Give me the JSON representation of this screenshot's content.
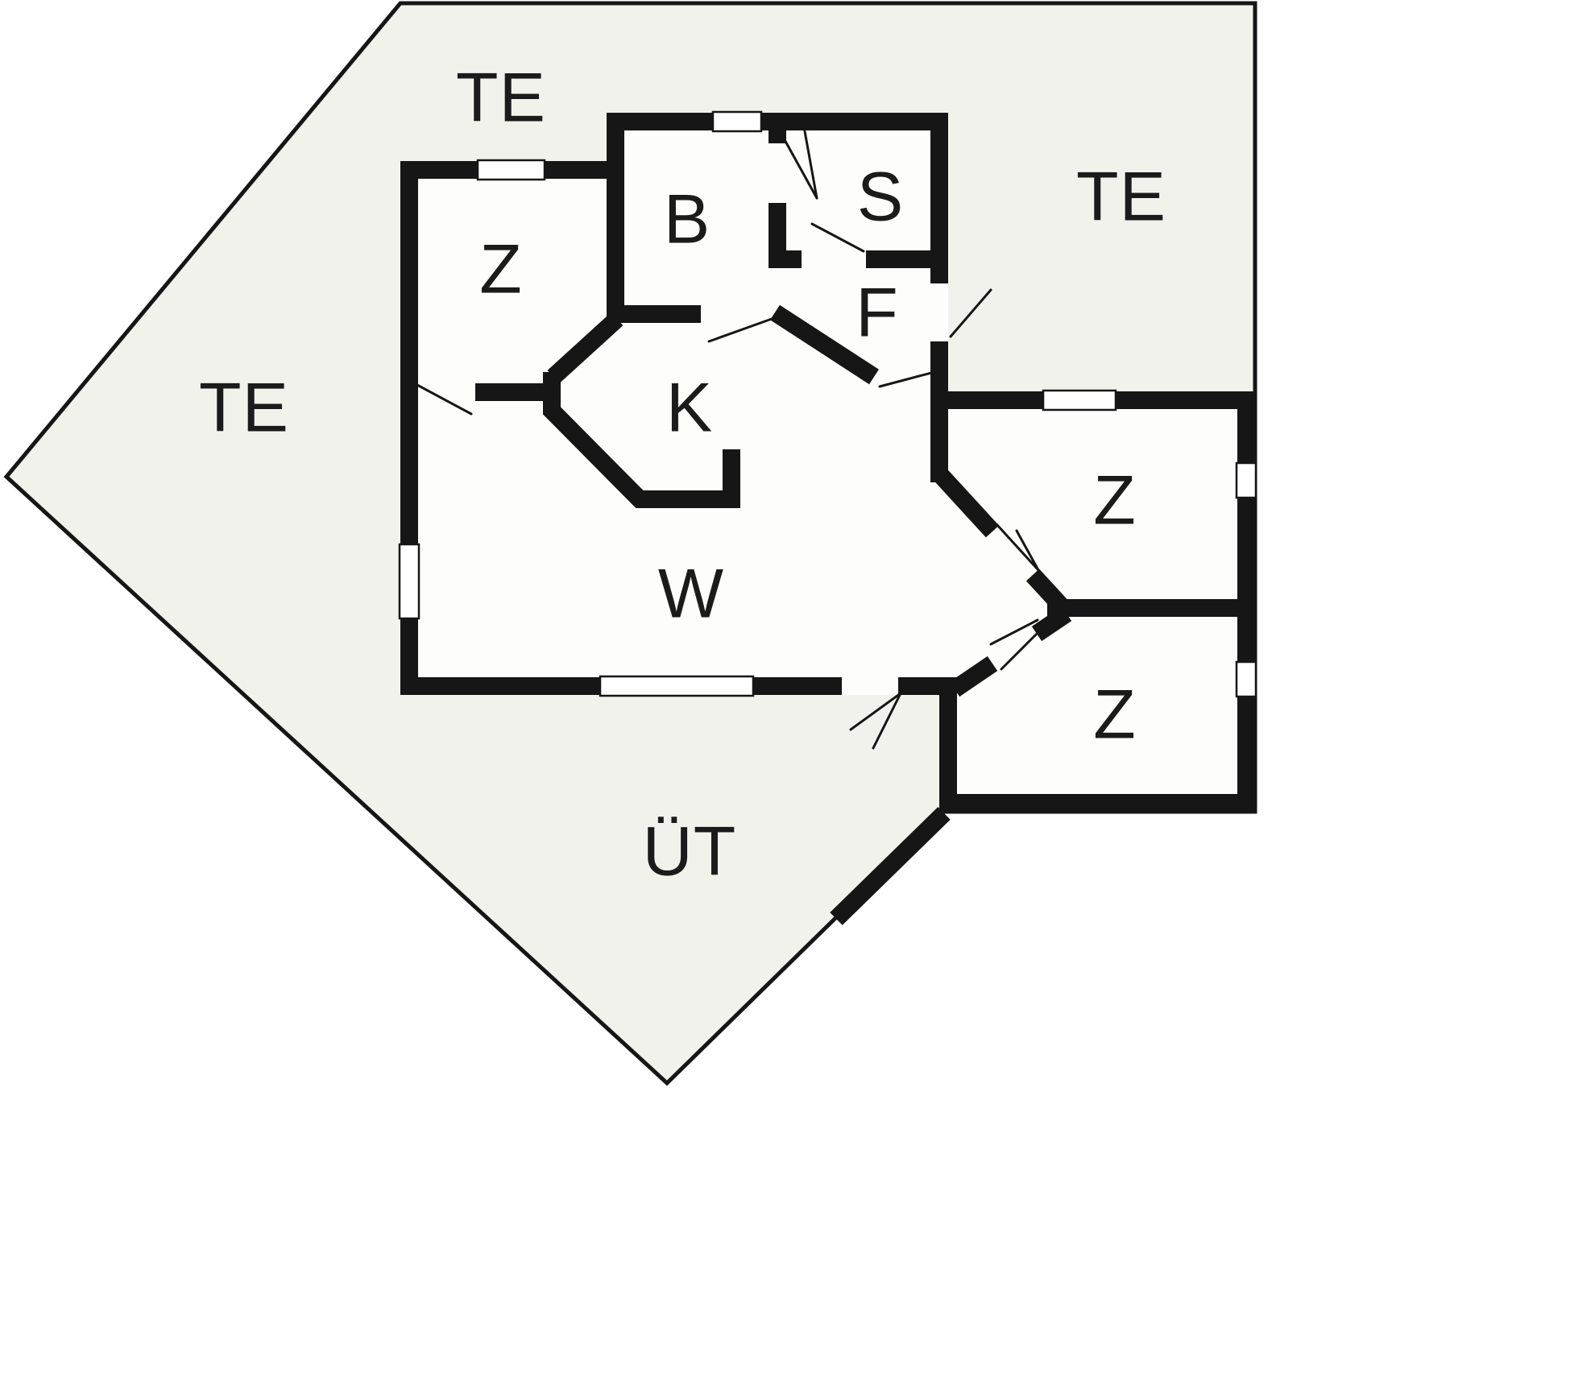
{
  "diagram": {
    "type": "architectural-floor-plan",
    "colors": {
      "wall": "#161616",
      "terrace_floor": "#f2f2ed",
      "room_floor": "#fdfdfb",
      "outline": "#161616",
      "label_text": "#1b1b1b"
    }
  },
  "rooms": [
    {
      "id": "terrace-top",
      "label": "TE"
    },
    {
      "id": "terrace-right",
      "label": "TE"
    },
    {
      "id": "terrace-left",
      "label": "TE"
    },
    {
      "id": "room-z-top-left",
      "label": "Z"
    },
    {
      "id": "room-b",
      "label": "B"
    },
    {
      "id": "room-s",
      "label": "S"
    },
    {
      "id": "room-f",
      "label": "F"
    },
    {
      "id": "room-k",
      "label": "K"
    },
    {
      "id": "room-w",
      "label": "W"
    },
    {
      "id": "room-z-right-upper",
      "label": "Z"
    },
    {
      "id": "room-z-right-lower",
      "label": "Z"
    },
    {
      "id": "covered-terrace",
      "label": "ÜT"
    }
  ]
}
